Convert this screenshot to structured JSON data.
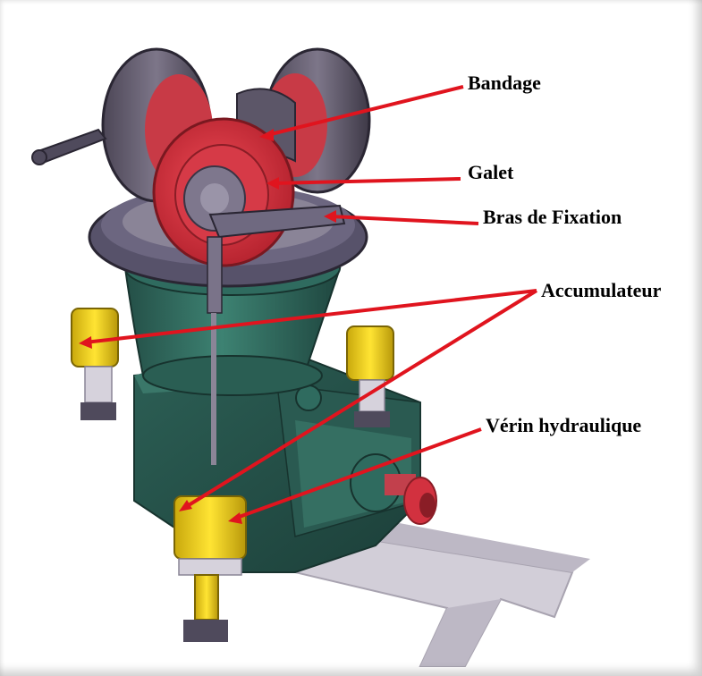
{
  "labels": {
    "bandage": "Bandage",
    "galet": "Galet",
    "bras_de_fixation": "Bras de Fixation",
    "accumulateur": "Accumulateur",
    "verin_hydraulique": "Vérin hydraulique"
  },
  "colors": {
    "leader_line": "#e0141e",
    "housing_green": "#2f6b5f",
    "roller_red": "#d2313f",
    "roller_grey": "#6a6474",
    "cylinder_yellow": "#f2d51c",
    "frame_grey": "#c9c5cf"
  }
}
